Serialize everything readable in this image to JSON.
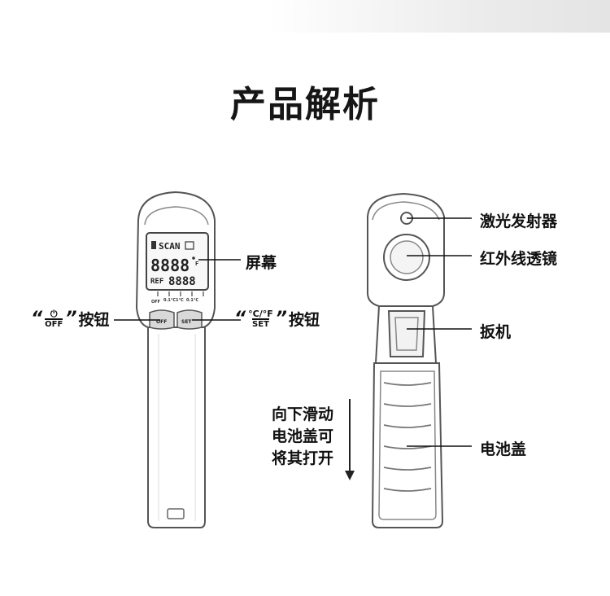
{
  "title": "产品解析",
  "left_device": {
    "display_scan": "SCAN",
    "display_main_digits": "8888",
    "display_ref": "REF",
    "display_ref_digits": "8888",
    "button_off_icon_text": "OFF",
    "button_set_icon_top": "°C/°F",
    "button_set_icon_bottom": "SET"
  },
  "labels": {
    "screen": "屏幕",
    "off_button_quote_open": "“",
    "off_button_quote_close": "”",
    "off_button_text": "按钮",
    "set_button_text": "按钮",
    "laser": "激光发射器",
    "ir_lens": "红外线透镜",
    "trigger": "扳机",
    "battery_cover": "电池盖"
  },
  "slide_instruction": [
    "向下滑动",
    "电池盖可",
    "将其打开"
  ]
}
